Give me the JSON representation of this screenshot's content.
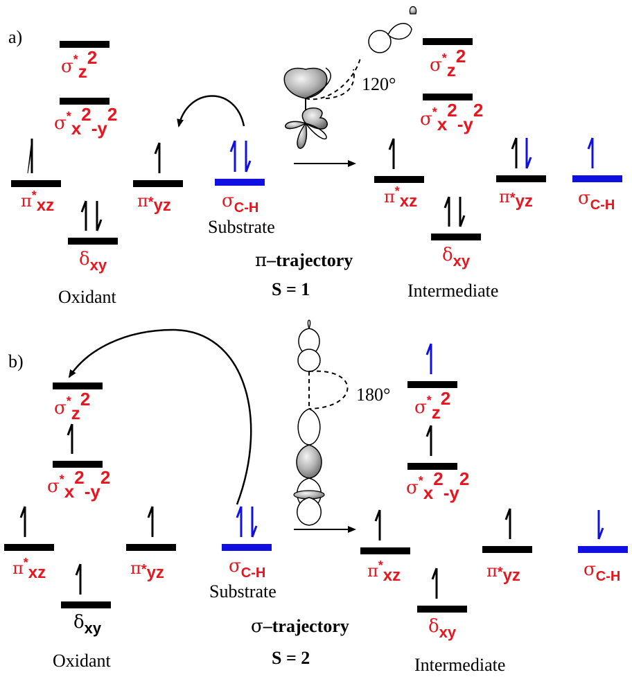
{
  "panels": [
    {
      "label": "a)",
      "trajectory": "π–trajectory",
      "trajectory_greek": "π",
      "trajectory_word": "–trajectory",
      "spin": "S = 1",
      "angle": "120°",
      "groups": {
        "oxidant": "Oxidant",
        "substrate": "Substrate",
        "intermediate": "Intermediate"
      }
    },
    {
      "label": "b)",
      "trajectory": "σ–trajectory",
      "trajectory_greek": "σ",
      "trajectory_word": "–trajectory",
      "spin": "S = 2",
      "angle": "180°",
      "groups": {
        "oxidant": "Oxidant",
        "substrate": "Substrate",
        "intermediate": "Intermediate"
      }
    }
  ],
  "orbitals": {
    "sigma_z2": {
      "greek": "σ",
      "sup": "*",
      "sub": "z",
      "sup2": "2"
    },
    "sigma_x2y2": {
      "greek": "σ",
      "sup": "*",
      "sub_a": "x",
      "sup_a": "2",
      "sub_b": "-y",
      "sup_b": "2"
    },
    "pi_xz": {
      "greek": "π",
      "sup": "*",
      "sub": "xz"
    },
    "pi_yz": {
      "greek": "π",
      "star": "*",
      "sub": "yz"
    },
    "delta_xy": {
      "greek": "δ",
      "sub": "xy"
    },
    "sigma_ch": {
      "greek": "σ",
      "sub": "C-H"
    }
  },
  "colors": {
    "label_red": "#e8141e",
    "substrate_blue": "#1010e0",
    "level_black": "#000000"
  }
}
